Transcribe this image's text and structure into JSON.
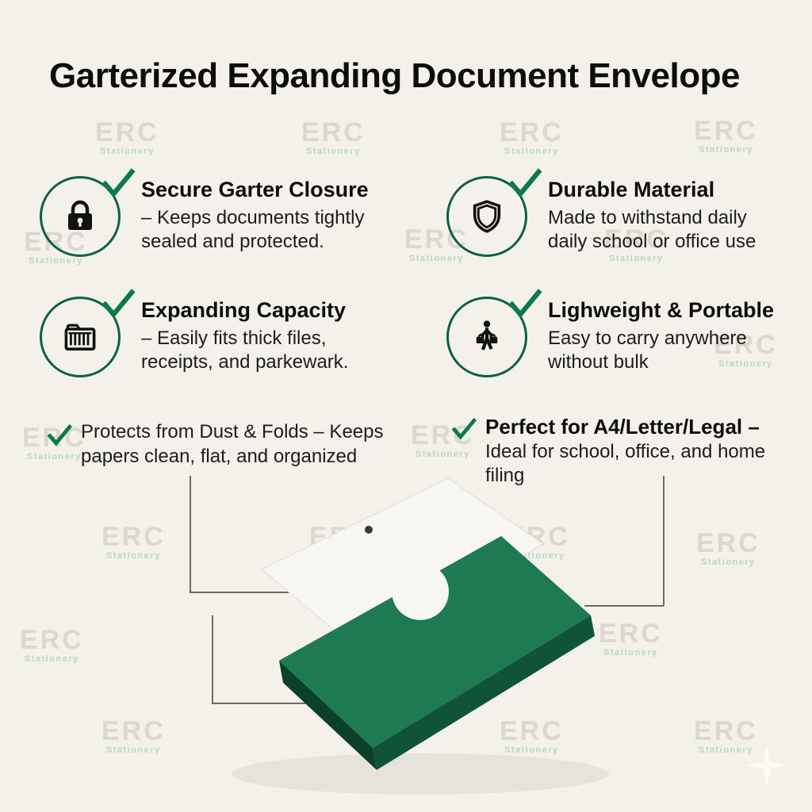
{
  "title": "Garterized Expanding Document Envelope",
  "watermark": {
    "name": "ERC",
    "sub": "Stationery"
  },
  "features": [
    {
      "icon": "lock-icon",
      "title": "Secure Garter Closure",
      "desc": "– Keeps documents tightly sealed and protected."
    },
    {
      "icon": "shield-icon",
      "title": "Durable Material",
      "desc": "Made to withstand daily daily school or office use"
    },
    {
      "icon": "expanding-folder-icon",
      "title": "Expanding Capacity",
      "desc": "– Easily fits thick files, receipts, and parkewark."
    },
    {
      "icon": "person-carrying-bags-icon",
      "title": "Lighweight & Portable",
      "desc": "Easy to carry anywhere without bulk"
    }
  ],
  "extra_features": [
    {
      "text": "Protects from Dust & Folds – Keeps papers clean, flat, and organized"
    },
    {
      "heading": "Perfect for A4/Letter/Legal –",
      "text": "Ideal for school, office, and home filing"
    }
  ],
  "colors": {
    "background": "#f3f1ea",
    "circle_green": "#0e5f45",
    "check_green": "#0c7a47",
    "envelope_green": "#1e7a53",
    "envelope_edge_dark": "#0f5438",
    "text": "#101010",
    "watermark_gray": "#dbd8cf",
    "watermark_teal": "#bcd6c6"
  }
}
